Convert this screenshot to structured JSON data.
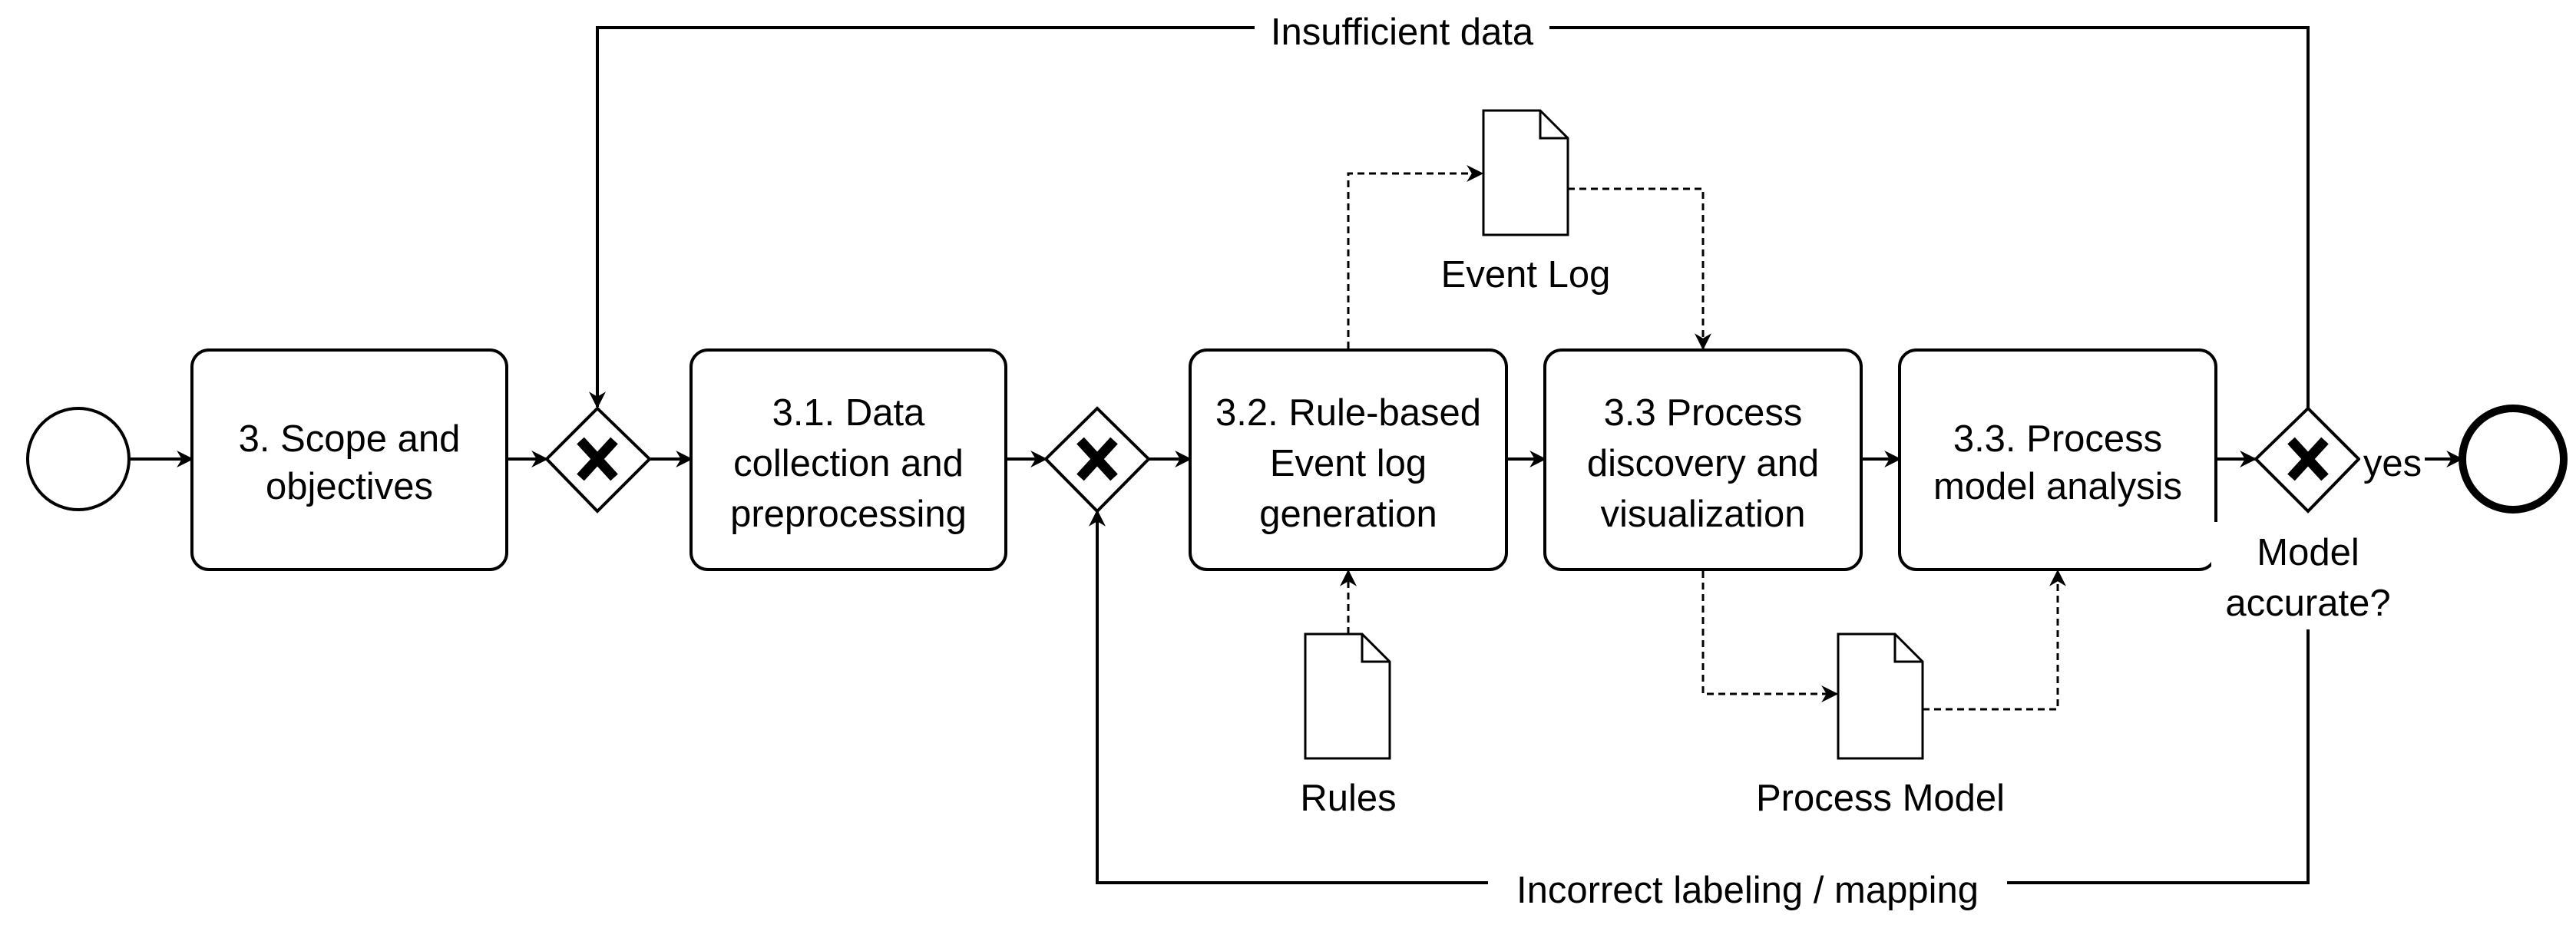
{
  "tasks": {
    "scope": [
      "3. Scope and",
      "objectives"
    ],
    "collect": [
      "3.1. Data",
      "collection and",
      "preprocessing"
    ],
    "generate": [
      "3.2. Rule-based",
      "Event log",
      "generation"
    ],
    "discover": [
      "3.3 Process",
      "discovery and",
      "visualization"
    ],
    "analyze": [
      "3.3. Process",
      "model analysis"
    ]
  },
  "documents": {
    "event_log": "Event Log",
    "rules": "Rules",
    "process_model": "Process Model"
  },
  "gateway": {
    "question": [
      "Model",
      "accurate?"
    ],
    "yes_label": "yes"
  },
  "flows": {
    "insufficient": "Insufficient data",
    "incorrect": "Incorrect labeling / mapping"
  },
  "colors": {
    "stroke": "#000000",
    "fill": "#ffffff"
  }
}
